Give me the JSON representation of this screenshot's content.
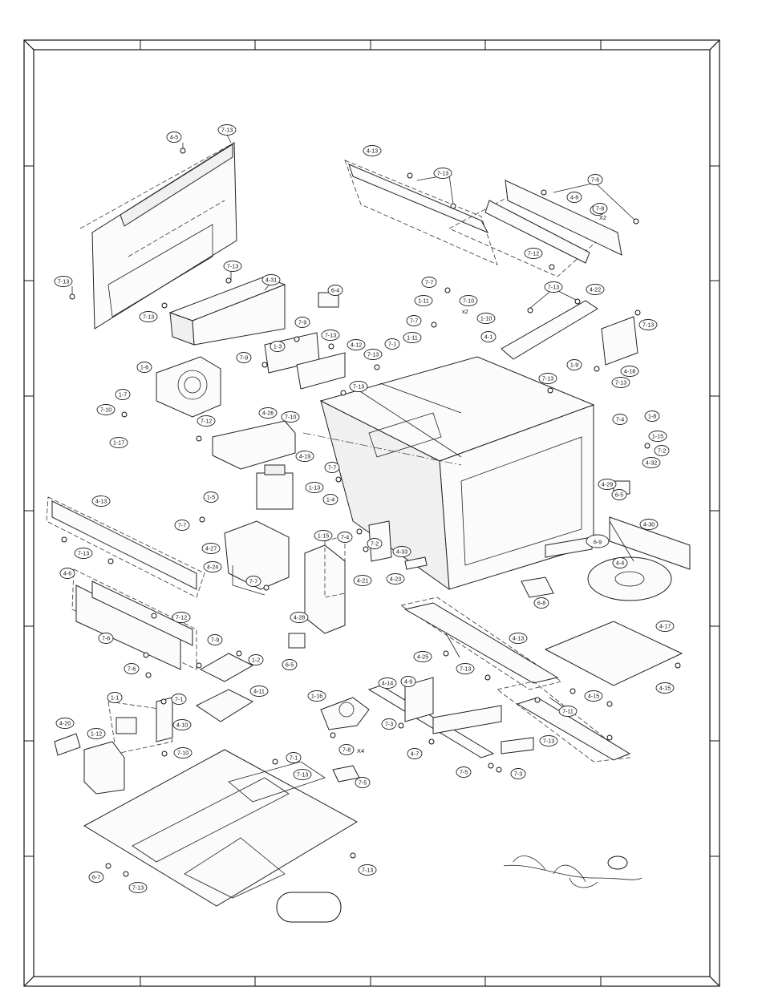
{
  "diagram": {
    "callouts": [
      {
        "id": "c01",
        "text": "4-5"
      },
      {
        "id": "c02",
        "text": "7-13"
      },
      {
        "id": "c03",
        "text": "7-13"
      },
      {
        "id": "c04",
        "text": "7-13"
      },
      {
        "id": "c05",
        "text": "7-13"
      },
      {
        "id": "c06",
        "text": "4-31"
      },
      {
        "id": "c07",
        "text": "6-4"
      },
      {
        "id": "c08",
        "text": "7-9"
      },
      {
        "id": "c09",
        "text": "7-13"
      },
      {
        "id": "c10",
        "text": "1-3"
      },
      {
        "id": "c11",
        "text": "4-12"
      },
      {
        "id": "c12",
        "text": "7-9"
      },
      {
        "id": "c13",
        "text": "1-6"
      },
      {
        "id": "c14",
        "text": "1-7"
      },
      {
        "id": "c15",
        "text": "7-10"
      },
      {
        "id": "c16",
        "text": "1-17"
      },
      {
        "id": "c17",
        "text": "7-12"
      },
      {
        "id": "c18",
        "text": "4-26"
      },
      {
        "id": "c19",
        "text": "7-10"
      },
      {
        "id": "c20",
        "text": "4-19"
      },
      {
        "id": "c21",
        "text": "4-13"
      },
      {
        "id": "c22",
        "text": "7-13"
      },
      {
        "id": "c23",
        "text": "4-8"
      },
      {
        "id": "c24",
        "text": "7-6"
      },
      {
        "id": "c25",
        "text": "7-6"
      },
      {
        "id": "c26",
        "text": "7-12"
      },
      {
        "id": "c27",
        "text": "7-7"
      },
      {
        "id": "c28",
        "text": "1-11"
      },
      {
        "id": "c29",
        "text": "7-10"
      },
      {
        "id": "c30",
        "text": "1-10"
      },
      {
        "id": "c31",
        "text": "7-7"
      },
      {
        "id": "c32",
        "text": "1-11"
      },
      {
        "id": "c33",
        "text": "4-1"
      },
      {
        "id": "c34",
        "text": "7-13"
      },
      {
        "id": "c35",
        "text": "4-22"
      },
      {
        "id": "c36",
        "text": "7-13"
      },
      {
        "id": "c37",
        "text": "1-9"
      },
      {
        "id": "c38",
        "text": "4-18"
      },
      {
        "id": "c39",
        "text": "7-13"
      },
      {
        "id": "c40",
        "text": "7-1"
      },
      {
        "id": "c41",
        "text": "7-13"
      },
      {
        "id": "c42",
        "text": "7-13"
      },
      {
        "id": "c43",
        "text": "7-13"
      },
      {
        "id": "c44",
        "text": "1-8"
      },
      {
        "id": "c45",
        "text": "7-4"
      },
      {
        "id": "c46",
        "text": "1-15"
      },
      {
        "id": "c47",
        "text": "7-2"
      },
      {
        "id": "c48",
        "text": "4-32"
      },
      {
        "id": "c49",
        "text": "6-5"
      },
      {
        "id": "c50",
        "text": "4-29"
      },
      {
        "id": "c51",
        "text": "7-7"
      },
      {
        "id": "c52",
        "text": "1-13"
      },
      {
        "id": "c53",
        "text": "1-4"
      },
      {
        "id": "c54",
        "text": "4-13"
      },
      {
        "id": "c55",
        "text": "1-5"
      },
      {
        "id": "c56",
        "text": "7-7"
      },
      {
        "id": "c57",
        "text": "7-13"
      },
      {
        "id": "c58",
        "text": "4-27"
      },
      {
        "id": "c59",
        "text": "4-24"
      },
      {
        "id": "c60",
        "text": "7-7"
      },
      {
        "id": "c61",
        "text": "1-15"
      },
      {
        "id": "c62",
        "text": "7-4"
      },
      {
        "id": "c63",
        "text": "7-2"
      },
      {
        "id": "c64",
        "text": "4-33"
      },
      {
        "id": "c65",
        "text": "4-21"
      },
      {
        "id": "c66",
        "text": "4-23"
      },
      {
        "id": "c67",
        "text": "4-28"
      },
      {
        "id": "c68",
        "text": "4-30"
      },
      {
        "id": "c69",
        "text": "4-4"
      },
      {
        "id": "c70",
        "text": "6-8"
      },
      {
        "id": "c71",
        "text": "4-6"
      },
      {
        "id": "c72",
        "text": "7-12"
      },
      {
        "id": "c73",
        "text": "7-6"
      },
      {
        "id": "c74",
        "text": "7-6"
      },
      {
        "id": "c75",
        "text": "7-9"
      },
      {
        "id": "c76",
        "text": "1-2"
      },
      {
        "id": "c77",
        "text": "6-5"
      },
      {
        "id": "c78",
        "text": "4-13"
      },
      {
        "id": "c79",
        "text": "7-13"
      },
      {
        "id": "c80",
        "text": "4-17"
      },
      {
        "id": "c81",
        "text": "4-25"
      },
      {
        "id": "c82",
        "text": "4-15"
      },
      {
        "id": "c83",
        "text": "4-15"
      },
      {
        "id": "c84",
        "text": "1-1"
      },
      {
        "id": "c85",
        "text": "7-1"
      },
      {
        "id": "c86",
        "text": "4-11"
      },
      {
        "id": "c87",
        "text": "4-10"
      },
      {
        "id": "c88",
        "text": "1-16"
      },
      {
        "id": "c89",
        "text": "4-14"
      },
      {
        "id": "c90",
        "text": "4-9"
      },
      {
        "id": "c91",
        "text": "7-11"
      },
      {
        "id": "c92",
        "text": "7-3"
      },
      {
        "id": "c93",
        "text": "7-8"
      },
      {
        "id": "c94",
        "text": "4-20"
      },
      {
        "id": "c95",
        "text": "1-12"
      },
      {
        "id": "c96",
        "text": "7-10"
      },
      {
        "id": "c97",
        "text": "7-1"
      },
      {
        "id": "c98",
        "text": "7-13"
      },
      {
        "id": "c99",
        "text": "4-7"
      },
      {
        "id": "c100",
        "text": "7-5"
      },
      {
        "id": "c101",
        "text": "7-3"
      },
      {
        "id": "c102",
        "text": "7-5"
      },
      {
        "id": "c103",
        "text": "6-7"
      },
      {
        "id": "c104",
        "text": "7-13"
      },
      {
        "id": "c105",
        "text": "7-13"
      },
      {
        "id": "c106",
        "text": "7-13"
      },
      {
        "id": "c107",
        "text": "7-8"
      }
    ],
    "notes": {
      "qty_7_8": "X2",
      "qty_7_10": "x2",
      "qty_7_1": "X4",
      "label_6_9": "6-9"
    }
  }
}
